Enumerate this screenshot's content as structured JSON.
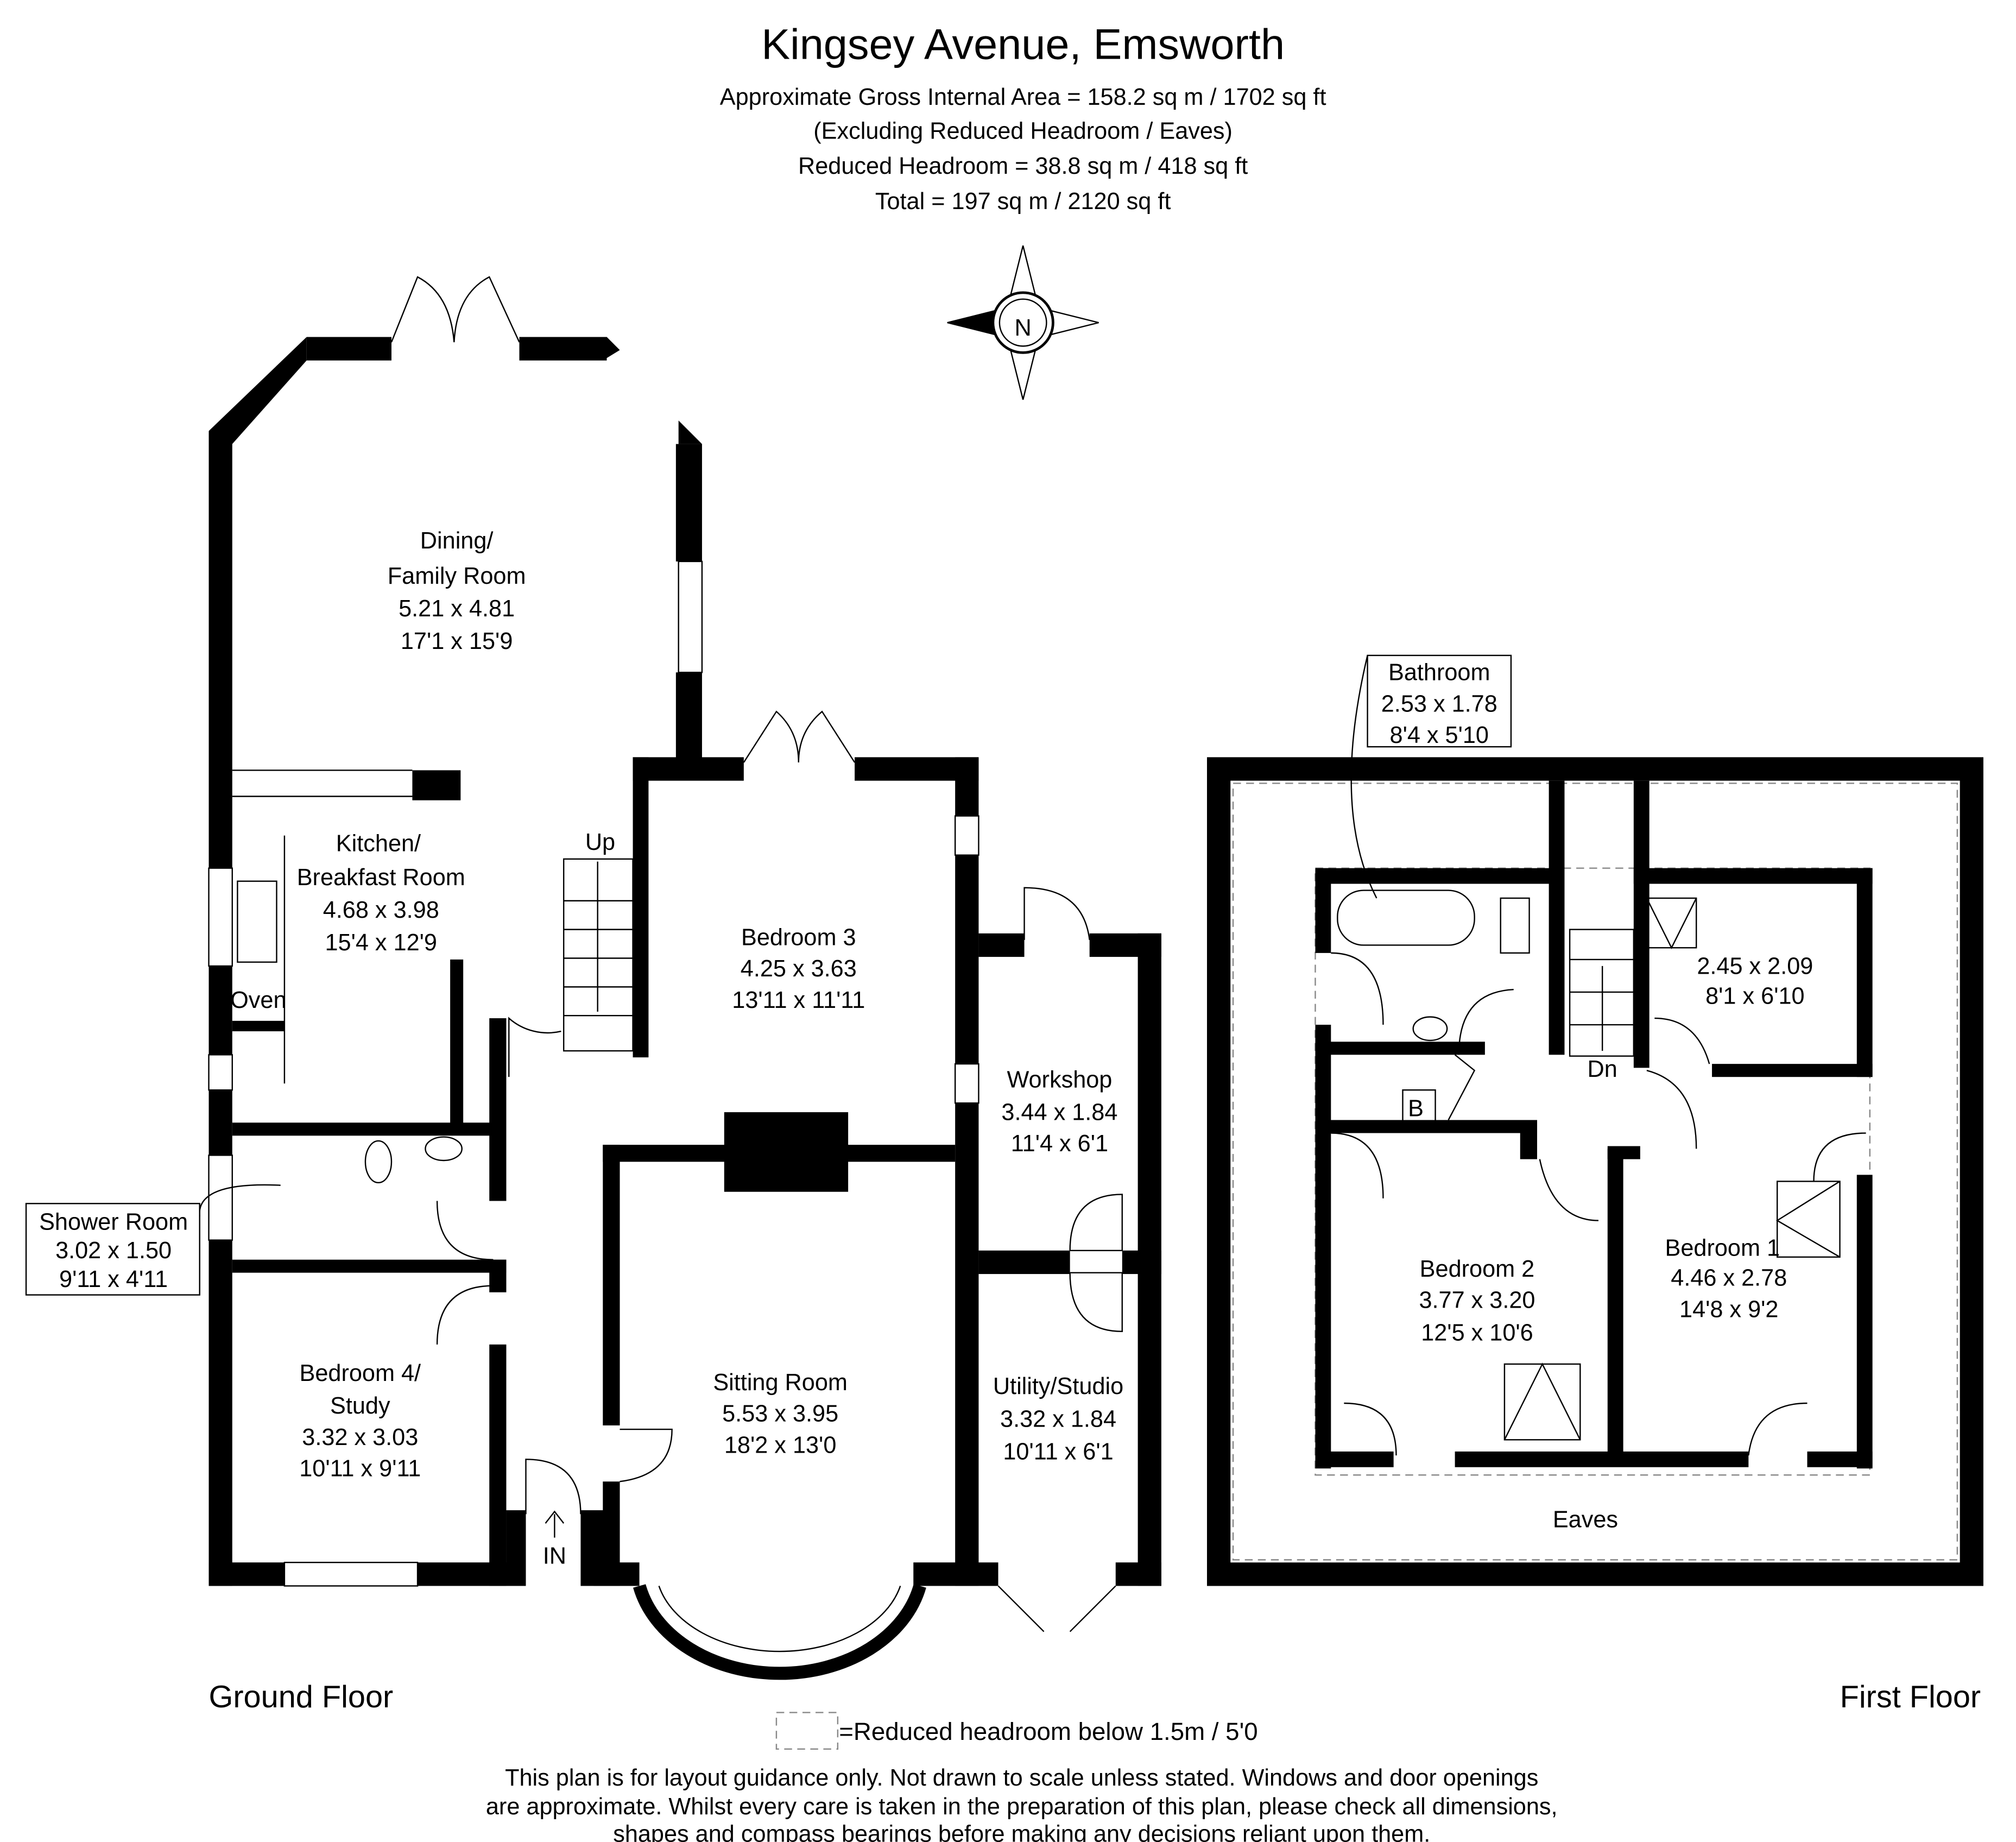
{
  "header": {
    "title": "Kingsey Avenue, Emsworth",
    "lines": [
      "Approximate Gross Internal Area = 158.2 sq m / 1702 sq ft",
      "(Excluding Reduced Headroom / Eaves)",
      "Reduced Headroom = 38.8 sq m / 418 sq ft",
      "Total = 197 sq m / 2120 sq ft"
    ]
  },
  "compass": {
    "label": "N"
  },
  "ground_floor": {
    "label": "Ground Floor",
    "rooms": {
      "dining": [
        "Dining/",
        "Family Room",
        "5.21 x 4.81",
        "17'1 x 15'9"
      ],
      "kitchen": [
        "Kitchen/",
        "Breakfast Room",
        "4.68 x 3.98",
        "15'4 x 12'9"
      ],
      "bedroom3": [
        "Bedroom 3",
        "4.25 x 3.63",
        "13'11 x 11'11"
      ],
      "workshop": [
        "Workshop",
        "3.44 x 1.84",
        "11'4 x 6'1"
      ],
      "shower": [
        "Shower Room",
        "3.02 x 1.50",
        "9'11 x 4'11"
      ],
      "bedroom4": [
        "Bedroom 4/",
        "Study",
        "3.32 x 3.03",
        "10'11 x 9'11"
      ],
      "sitting": [
        "Sitting Room",
        "5.53 x 3.95",
        "18'2 x 13'0"
      ],
      "utility": [
        "Utility/Studio",
        "3.32 x 1.84",
        "10'11 x 6'1"
      ]
    },
    "oven": "Oven",
    "stairs_up": "Up",
    "entrance": "IN"
  },
  "first_floor": {
    "label": "First Floor",
    "rooms": {
      "bathroom": [
        "Bathroom",
        "2.53 x 1.78",
        "8'4 x 5'10"
      ],
      "room": [
        "2.45 x 2.09",
        "8'1 x 6'10"
      ],
      "bedroom2": [
        "Bedroom 2",
        "3.77 x 3.20",
        "12'5 x 10'6"
      ],
      "bedroom1": [
        "Bedroom 1",
        "4.46 x 2.78",
        "14'8 x 9'2"
      ]
    },
    "boiler": "B",
    "stairs_down": "Dn",
    "eaves": "Eaves"
  },
  "legend": {
    "text": "=Reduced headroom below 1.5m / 5'0"
  },
  "disclaimer": [
    "This plan is for layout guidance only. Not drawn to scale unless stated. Windows and door openings",
    "are approximate. Whilst every care is taken in the preparation of this plan, please check all dimensions,",
    "shapes and compass bearings before making any decisions reliant upon them."
  ]
}
